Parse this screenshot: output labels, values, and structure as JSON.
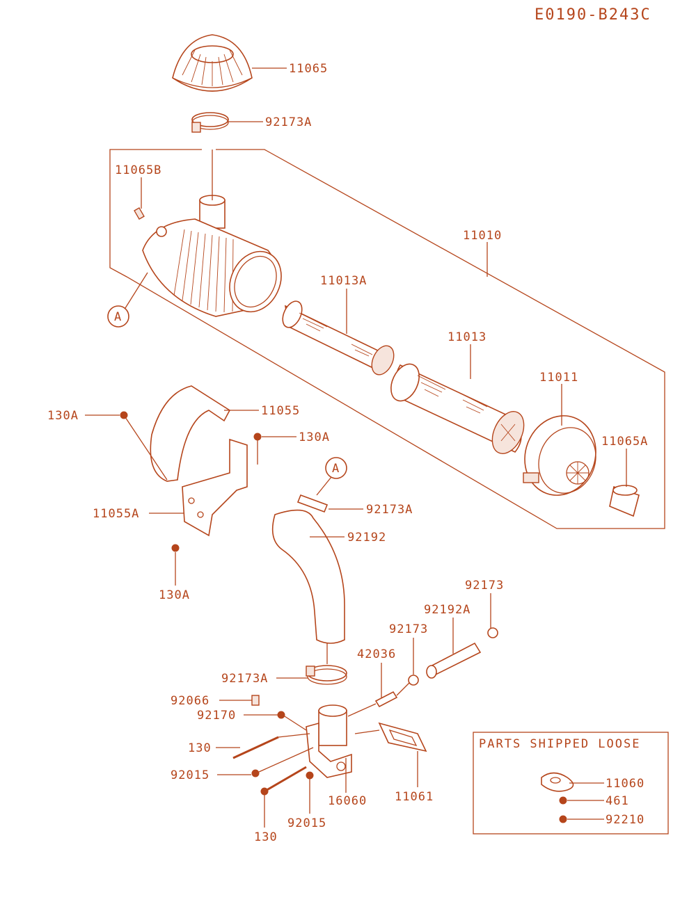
{
  "diagram_code": "E0190-B243C",
  "colors": {
    "ink": "#b5451b",
    "paper": "#ffffff"
  },
  "parts_box": {
    "title": "PARTS SHIPPED LOOSE",
    "items": [
      "11060",
      "461",
      "92210"
    ]
  },
  "callouts": {
    "c11065": "11065",
    "c92173A_top": "92173A",
    "c11065B": "11065B",
    "c11010": "11010",
    "c11013A": "11013A",
    "c11013": "11013",
    "c11011": "11011",
    "c11065A": "11065A",
    "c130A_left": "130A",
    "c11055": "11055",
    "c130A_right": "130A",
    "c11055A": "11055A",
    "c130A_bottom": "130A",
    "c92173A_mid": "92173A",
    "c92192": "92192",
    "c92173_right": "92173",
    "c92192A": "92192A",
    "c92173_mid": "92173",
    "c42036": "42036",
    "c92173A_low": "92173A",
    "c92066": "92066",
    "c92170": "92170",
    "c130_left": "130",
    "c92015_left": "92015",
    "c16060": "16060",
    "c11061": "11061",
    "c130_bottom": "130",
    "c92015_bottom": "92015"
  },
  "ref_markers": {
    "marker_a1": "A",
    "marker_a2": "A"
  }
}
